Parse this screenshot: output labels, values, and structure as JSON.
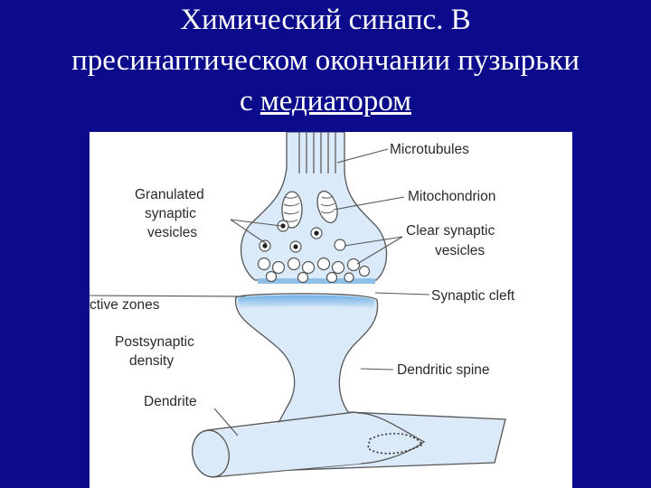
{
  "slide": {
    "title_line1": "Химический синапс. В",
    "title_line2": "пресинаптическом окончании пузырьки",
    "title_line3_prefix": "с ",
    "title_line3_underlined": "медиатором"
  },
  "diagram": {
    "labels": {
      "microtubules": "Microtubules",
      "granulated_1": "Granulated",
      "granulated_2": "synaptic",
      "granulated_3": "vesicles",
      "mitochondrion": "Mitochondrion",
      "clear_1": "Clear synaptic",
      "clear_2": "vesicles",
      "active_zones": "ctive zones",
      "synaptic_cleft": "Synaptic cleft",
      "postsynaptic_1": "Postsynaptic",
      "postsynaptic_2": "density",
      "dendritic_spine": "Dendritic spine",
      "dendrite": "Dendrite"
    },
    "colors": {
      "fill": "#dbeaf8",
      "density": "#8ec0e8",
      "outline": "#555555"
    }
  }
}
